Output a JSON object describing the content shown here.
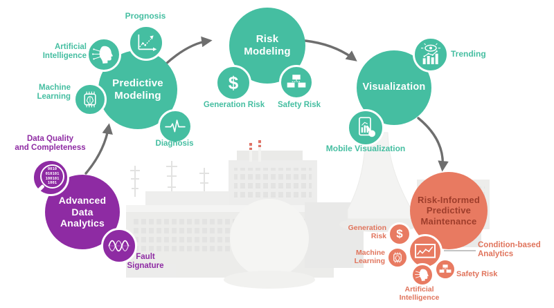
{
  "diagram": {
    "title_semantic": "risk-informed predictive maintenance workflow",
    "colors": {
      "teal": "#45BEA1",
      "purple": "#8E2BA3",
      "salmon": "#E87A61",
      "maintenance_text": "#9E3D2B",
      "arrow_gray": "#6E6E6E"
    },
    "stages": {
      "advanced_data_analytics": "Advanced\nData\nAnalytics",
      "predictive_modeling": "Predictive\nModeling",
      "risk_modeling": "Risk\nModeling",
      "visualization": "Visualization",
      "risk_informed_predictive_maintenance": "Risk-Informed\nPredictive\nMaintenance"
    },
    "analytics_satellites": {
      "data_quality": "Data Quality\nand Completeness",
      "fault_signature": "Fault\nSignature"
    },
    "modeling_satellites": {
      "prognosis": "Prognosis",
      "artificial_intelligence": "Artificial\nIntelligence",
      "machine_learning": "Machine\nLearning",
      "diagnosis": "Diagnosis"
    },
    "risk_satellites": {
      "generation_risk": "Generation Risk",
      "safety_risk": "Safety Risk"
    },
    "visualization_satellites": {
      "trending": "Trending",
      "mobile_visualization": "Mobile Visualization"
    },
    "maintenance_satellites": {
      "generation_risk": "Generation\nRisk",
      "machine_learning": "Machine\nLearning",
      "artificial_intelligence": "Artificial\nIntelligence",
      "safety_risk": "Safety Risk",
      "condition_based_analytics": "Condition-based\nAnalytics"
    },
    "glyphs": {
      "dollar": "$",
      "binary_rows": "0010\n010101\n100101\n1001"
    }
  }
}
